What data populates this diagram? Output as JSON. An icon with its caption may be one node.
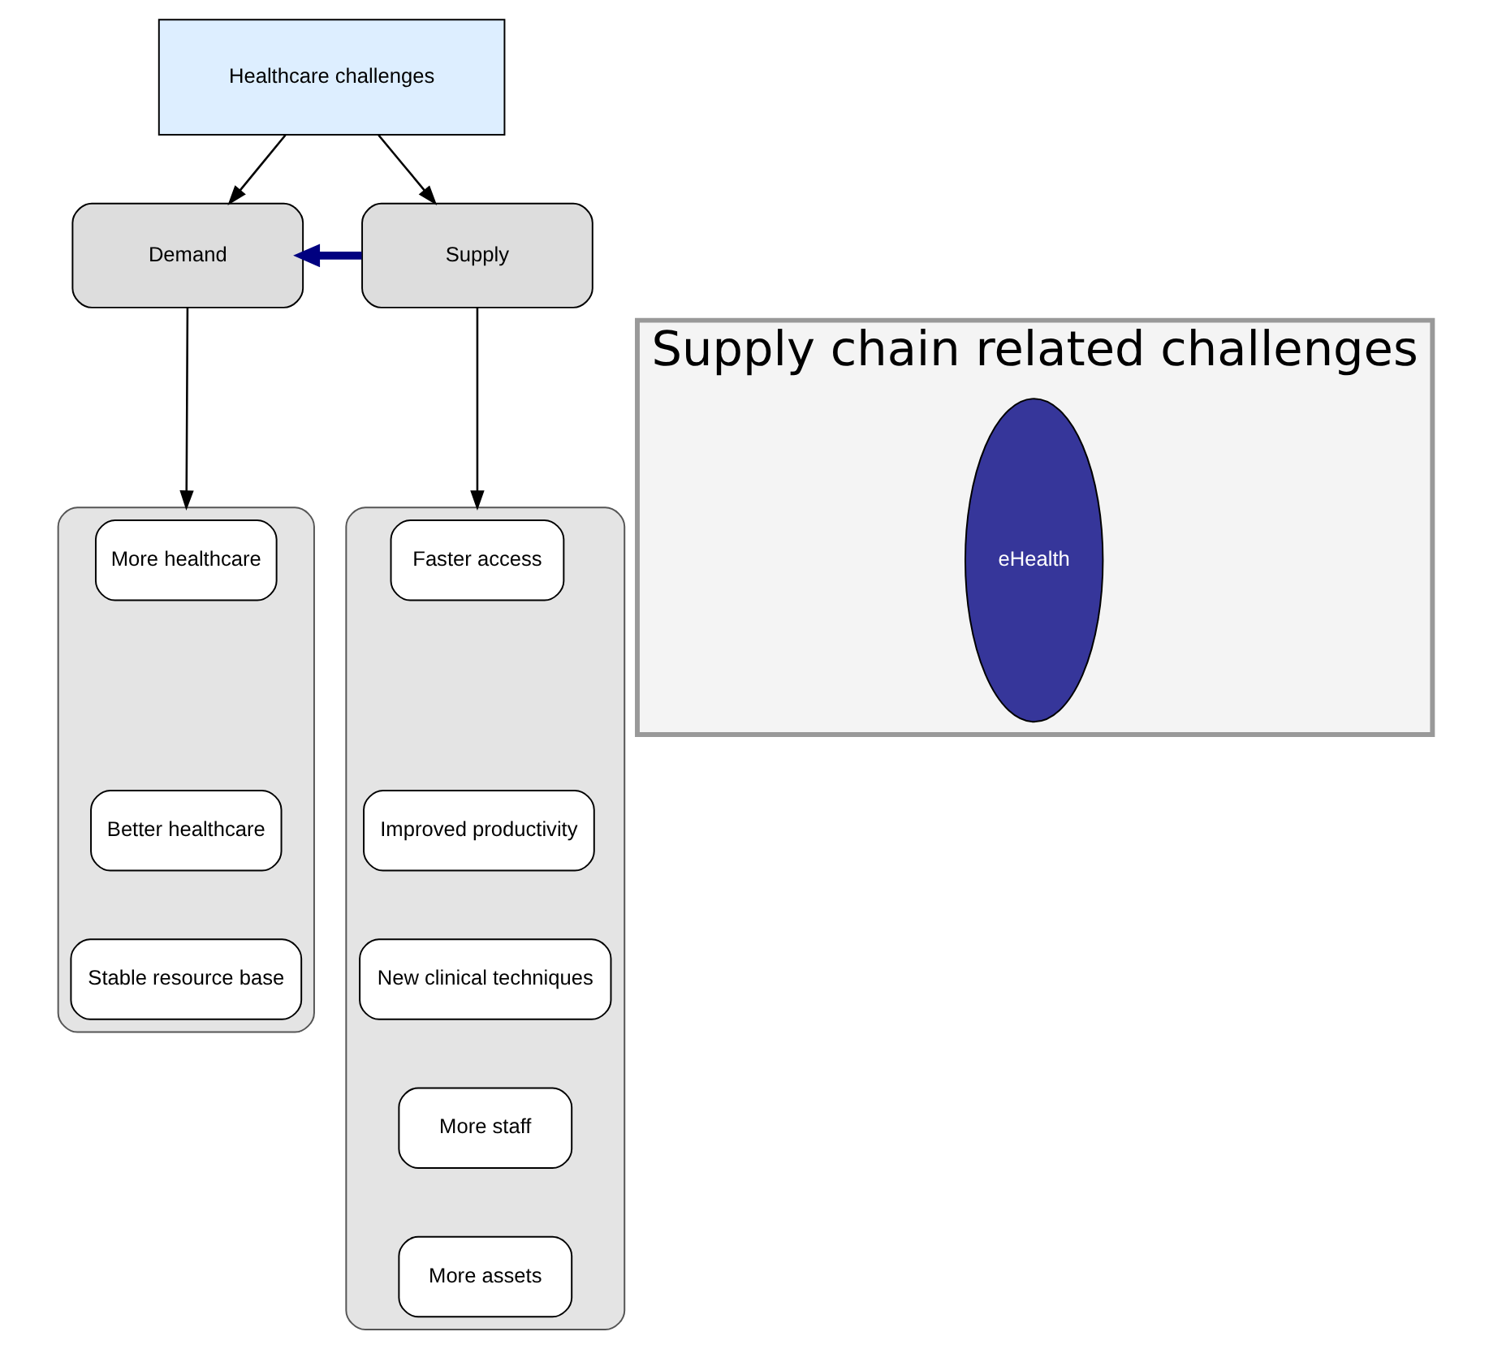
{
  "diagram": {
    "nodes": [
      {
        "text": [
          "Healthcare challenges"
        ]
      },
      {
        "text": [
          "Demand"
        ]
      },
      {
        "text": [
          "Supply"
        ]
      },
      {
        "text": [],
        "shape": "box"
      },
      {
        "text": [
          "More healthcare"
        ],
        "in": 3
      },
      {
        "text": [
          "Better healthcare"
        ],
        "in": 3
      },
      {
        "text": [
          "Stable resource base"
        ],
        "in": 3
      },
      {
        "text": [
          "Supply chain related challenges"
        ]
      },
      {
        "text": [
          "eHealth"
        ],
        "in": 7
      },
      {
        "text": [],
        "shape": "box"
      },
      {
        "text": [
          "Faster access"
        ],
        "in": 9
      },
      {
        "text": [
          "Improved productivity"
        ],
        "in": 9
      },
      {
        "text": [
          "New clinical techniques"
        ],
        "in": 9
      },
      {
        "text": [
          "More staff"
        ],
        "in": 9
      },
      {
        "text": [
          "More assets"
        ],
        "in": 9
      }
    ],
    "edges": [
      {
        "from": 0,
        "to": 1,
        "arrow": "to"
      },
      {
        "from": 0,
        "to": 2,
        "arrow": "to"
      },
      {
        "from": 2,
        "to": 1,
        "arrow": "to",
        "style": "thick",
        "color": "#000080"
      },
      {
        "from": 1,
        "to": 3,
        "arrow": "to"
      },
      {
        "from": 2,
        "to": 9,
        "arrow": "to"
      }
    ]
  }
}
